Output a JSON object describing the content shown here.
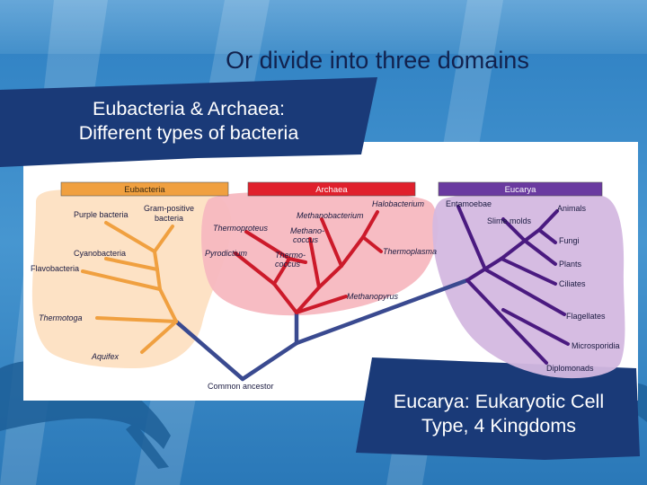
{
  "slide": {
    "title": "Or divide into three domains",
    "banner_top": {
      "line1": "Eubacteria & Archaea:",
      "line2": "Different types of bacteria"
    },
    "banner_bottom": {
      "line1": "Eucarya: Eukaryotic Cell",
      "line2": "Type, 4 Kingdoms"
    }
  },
  "colors": {
    "background": "#3a87c6",
    "banner": "#1a3a78",
    "eubacteria_branch": "#f0a040",
    "archaea_branch": "#cc1a2a",
    "eucarya_branch": "#4a1a80",
    "root_branch": "#3a4a90"
  },
  "tree": {
    "domains": {
      "eubacteria": "Eubacteria",
      "archaea": "Archaea",
      "eucarya": "Eucarya"
    },
    "eubacteria_taxa": {
      "purple_bacteria": "Purple bacteria",
      "gram_positive_1": "Gram-positive",
      "gram_positive_2": "bacteria",
      "cyanobacteria": "Cyanobacteria",
      "flavobacteria": "Flavobacteria",
      "thermotoga": "Thermotoga",
      "aquifex": "Aquifex"
    },
    "archaea_taxa": {
      "halobacterium": "Halobacterium",
      "methanobacterium": "Methanobacterium",
      "thermoproteus": "Thermoproteus",
      "methanococcus_1": "Methano-",
      "methanococcus_2": "coccus",
      "pyrodictium": "Pyrodictium",
      "thermococcus_1": "Thermo-",
      "thermococcus_2": "coccus",
      "thermoplasma": "Thermoplasma",
      "methanopyrus": "Methanopyrus"
    },
    "eucarya_taxa": {
      "entamoebae": "Entamoebae",
      "slime_molds": "Slime molds",
      "animals": "Animals",
      "fungi": "Fungi",
      "plants": "Plants",
      "ciliates": "Ciliates",
      "flagellates": "Flagellates",
      "microsporidia": "Microsporidia",
      "diplomonads": "Diplomonads"
    },
    "root": "Common ancestor"
  }
}
